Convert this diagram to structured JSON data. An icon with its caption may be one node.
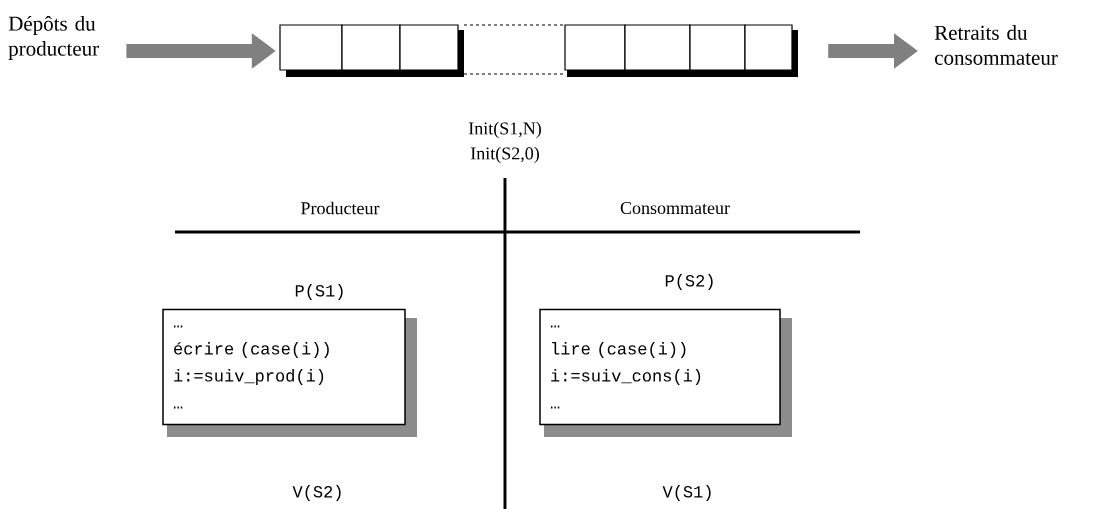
{
  "diagram": {
    "nodes": [
      {
        "text": [
          "Dépôts du producteur"
        ]
      },
      {
        "text": [],
        "shape": "box"
      },
      {
        "text": [
          "Retraits du consommateur"
        ]
      },
      {
        "text": [
          "…",
          "écrire (case(i))",
          "i:=suiv_prod(i)",
          "…"
        ]
      },
      {
        "text": [
          "…",
          "lire (case(i))",
          "i:=suiv_cons(i)",
          "…"
        ]
      }
    ],
    "edges": [
      {
        "from": 0,
        "to": 1,
        "arrow": "to"
      },
      {
        "from": 1,
        "to": 2,
        "arrow": "to"
      }
    ],
    "labels": [
      "Init(S1,N)",
      "Init(S2,0)",
      "Producteur",
      "Consommateur",
      "P(S1)",
      "P(S2)",
      "V(S2)",
      "V(S1)"
    ]
  }
}
